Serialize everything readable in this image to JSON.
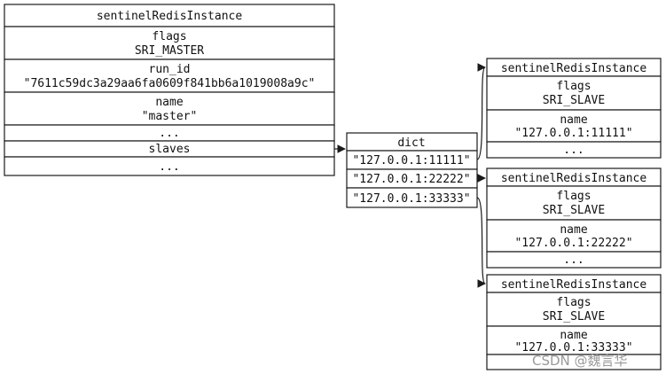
{
  "master": {
    "title": "sentinelRedisInstance",
    "flags_label": "flags",
    "flags_value": "SRI_MASTER",
    "run_id_label": "run_id",
    "run_id_value": "\"7611c59dc3a29aa6fa0609f841bb6a1019008a9c\"",
    "name_label": "name",
    "name_value": "\"master\"",
    "ellipsis_1": "...",
    "slaves_label": "slaves",
    "ellipsis_2": "..."
  },
  "dict": {
    "title": "dict",
    "entries": [
      "\"127.0.0.1:11111\"",
      "\"127.0.0.1:22222\"",
      "\"127.0.0.1:33333\""
    ]
  },
  "slaves": [
    {
      "title": "sentinelRedisInstance",
      "flags_label": "flags",
      "flags_value": "SRI_SLAVE",
      "name_label": "name",
      "name_value": "\"127.0.0.1:11111\"",
      "ellipsis": "..."
    },
    {
      "title": "sentinelRedisInstance",
      "flags_label": "flags",
      "flags_value": "SRI_SLAVE",
      "name_label": "name",
      "name_value": "\"127.0.0.1:22222\"",
      "ellipsis": "..."
    },
    {
      "title": "sentinelRedisInstance",
      "flags_label": "flags",
      "flags_value": "SRI_SLAVE",
      "name_label": "name",
      "name_value": "\"127.0.0.1:33333\"",
      "ellipsis": ""
    }
  ],
  "watermark": "CSDN @魏言华"
}
